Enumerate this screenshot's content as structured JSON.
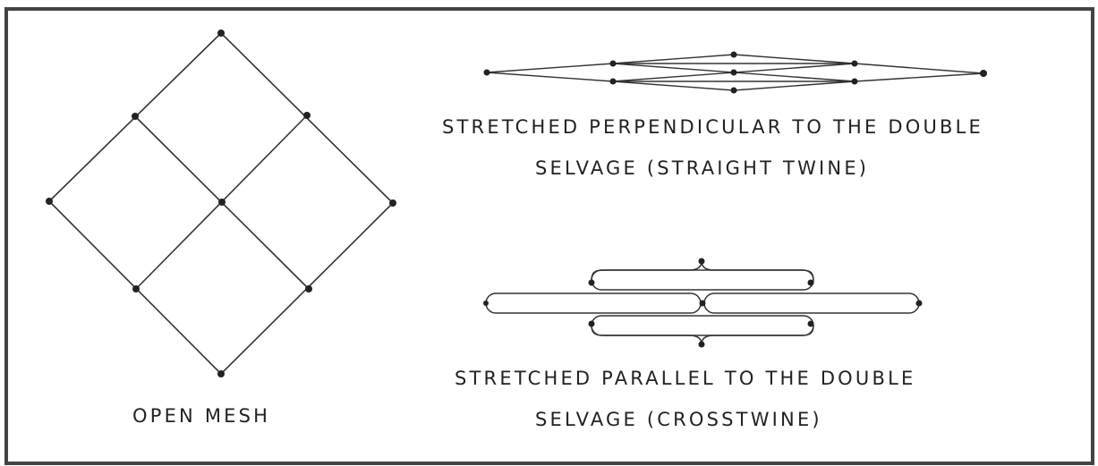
{
  "captions": {
    "open_mesh": "OPEN MESH",
    "perpendicular_line1": "STRETCHED PERPENDICULAR TO THE DOUBLE",
    "perpendicular_line2": "SELVAGE (STRAIGHT TWINE)",
    "parallel_line1": "STRETCHED PARALLEL TO THE DOUBLE",
    "parallel_line2": "SELVAGE (CROSSTWINE)"
  },
  "colors": {
    "line": "#333333",
    "knot": "#222222",
    "frame": "#444444",
    "background": "#ffffff"
  }
}
